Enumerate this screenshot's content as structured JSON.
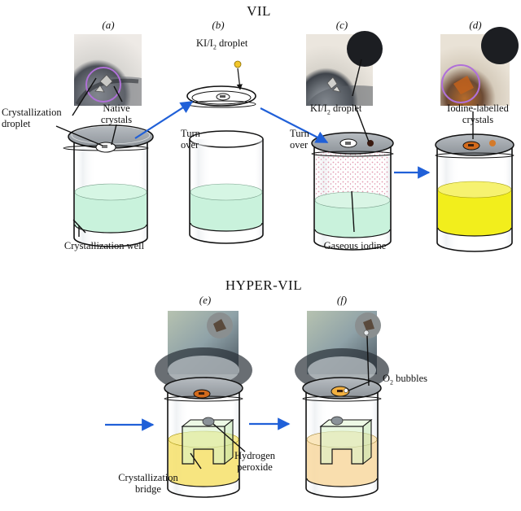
{
  "sections": {
    "vil": "VIL",
    "hyper_vil": "HYPER-VIL"
  },
  "panels": {
    "a": "(a)",
    "b": "(b)",
    "c": "(c)",
    "d": "(d)",
    "e": "(e)",
    "f": "(f)"
  },
  "labels": {
    "crystallization_droplet": "Crystallization droplet",
    "native_crystals": "Native crystals",
    "crystallization_well": "Crystallization well",
    "ki_droplet_b": "KI/I2 droplet",
    "turn_over_1": "Turn over",
    "turn_over_2": "Turn over",
    "ki_droplet_c": "KI/I2 droplet",
    "gaseous_iodine": "Gaseous iodine",
    "iodine_labelled_crystals": "Iodine-labelled crystals",
    "o2_bubbles": "O2 bubbles",
    "hydrogen_peroxide": "Hydrogen peroxide",
    "crystallization_bridge": "Crystallization bridge"
  },
  "colors": {
    "reservoir_liquid": "#c9f2dc",
    "iodine_liquid": "#f2ee1c",
    "peroxide_liquid": "#f6e06a",
    "arrow": "#2060d8",
    "highlight_circle": "#b070d8",
    "gas_speckle": "#e49ab0",
    "lid": "#9aa0a6",
    "labelled_crystal": "#d26a1c"
  }
}
